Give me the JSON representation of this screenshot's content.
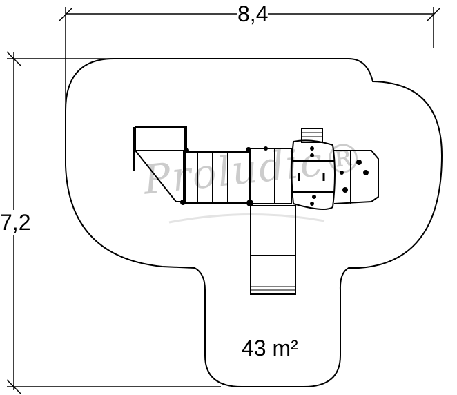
{
  "dimensions": {
    "width": "8,4",
    "height": "7,2"
  },
  "area": "43 m²",
  "watermark": "Proludic®",
  "colors": {
    "line": "#000000",
    "watermark": "#e6e6e6",
    "background": "#ffffff"
  }
}
